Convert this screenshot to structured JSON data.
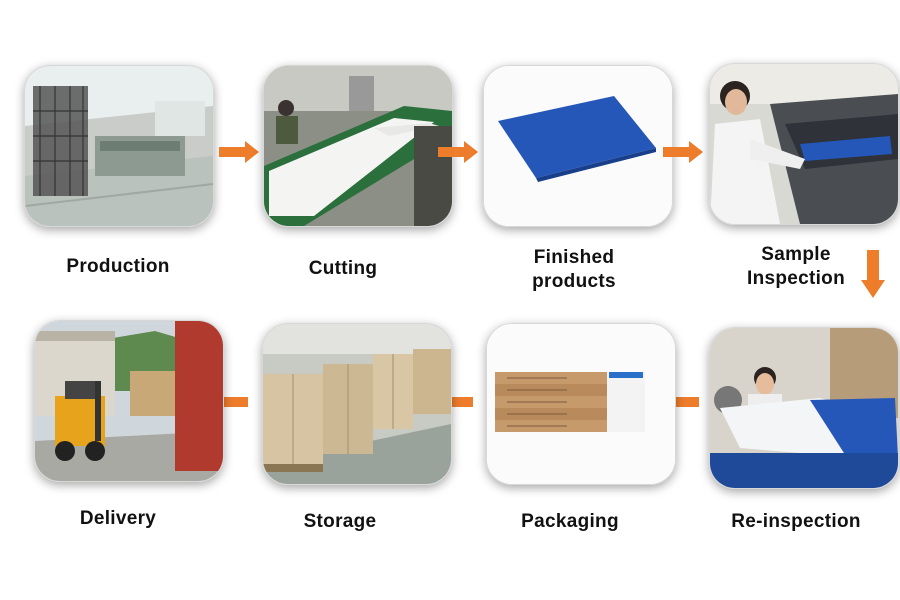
{
  "steps": [
    {
      "id": "production",
      "label": "Production"
    },
    {
      "id": "cutting",
      "label": "Cutting"
    },
    {
      "id": "finished",
      "label_line1": "Finished",
      "label_line2": "products"
    },
    {
      "id": "sample",
      "label_line1": "Sample",
      "label_line2": "Inspection"
    },
    {
      "id": "reinspection",
      "label": "Re-inspection"
    },
    {
      "id": "packaging",
      "label": "Packaging"
    },
    {
      "id": "storage",
      "label": "Storage"
    },
    {
      "id": "delivery",
      "label": "Delivery"
    }
  ],
  "colors": {
    "arrow": "#ee7d2b",
    "plate_blue": "#2457b8"
  },
  "icons": [
    "arrow-right-icon",
    "arrow-down-icon",
    "arrow-left-icon"
  ]
}
